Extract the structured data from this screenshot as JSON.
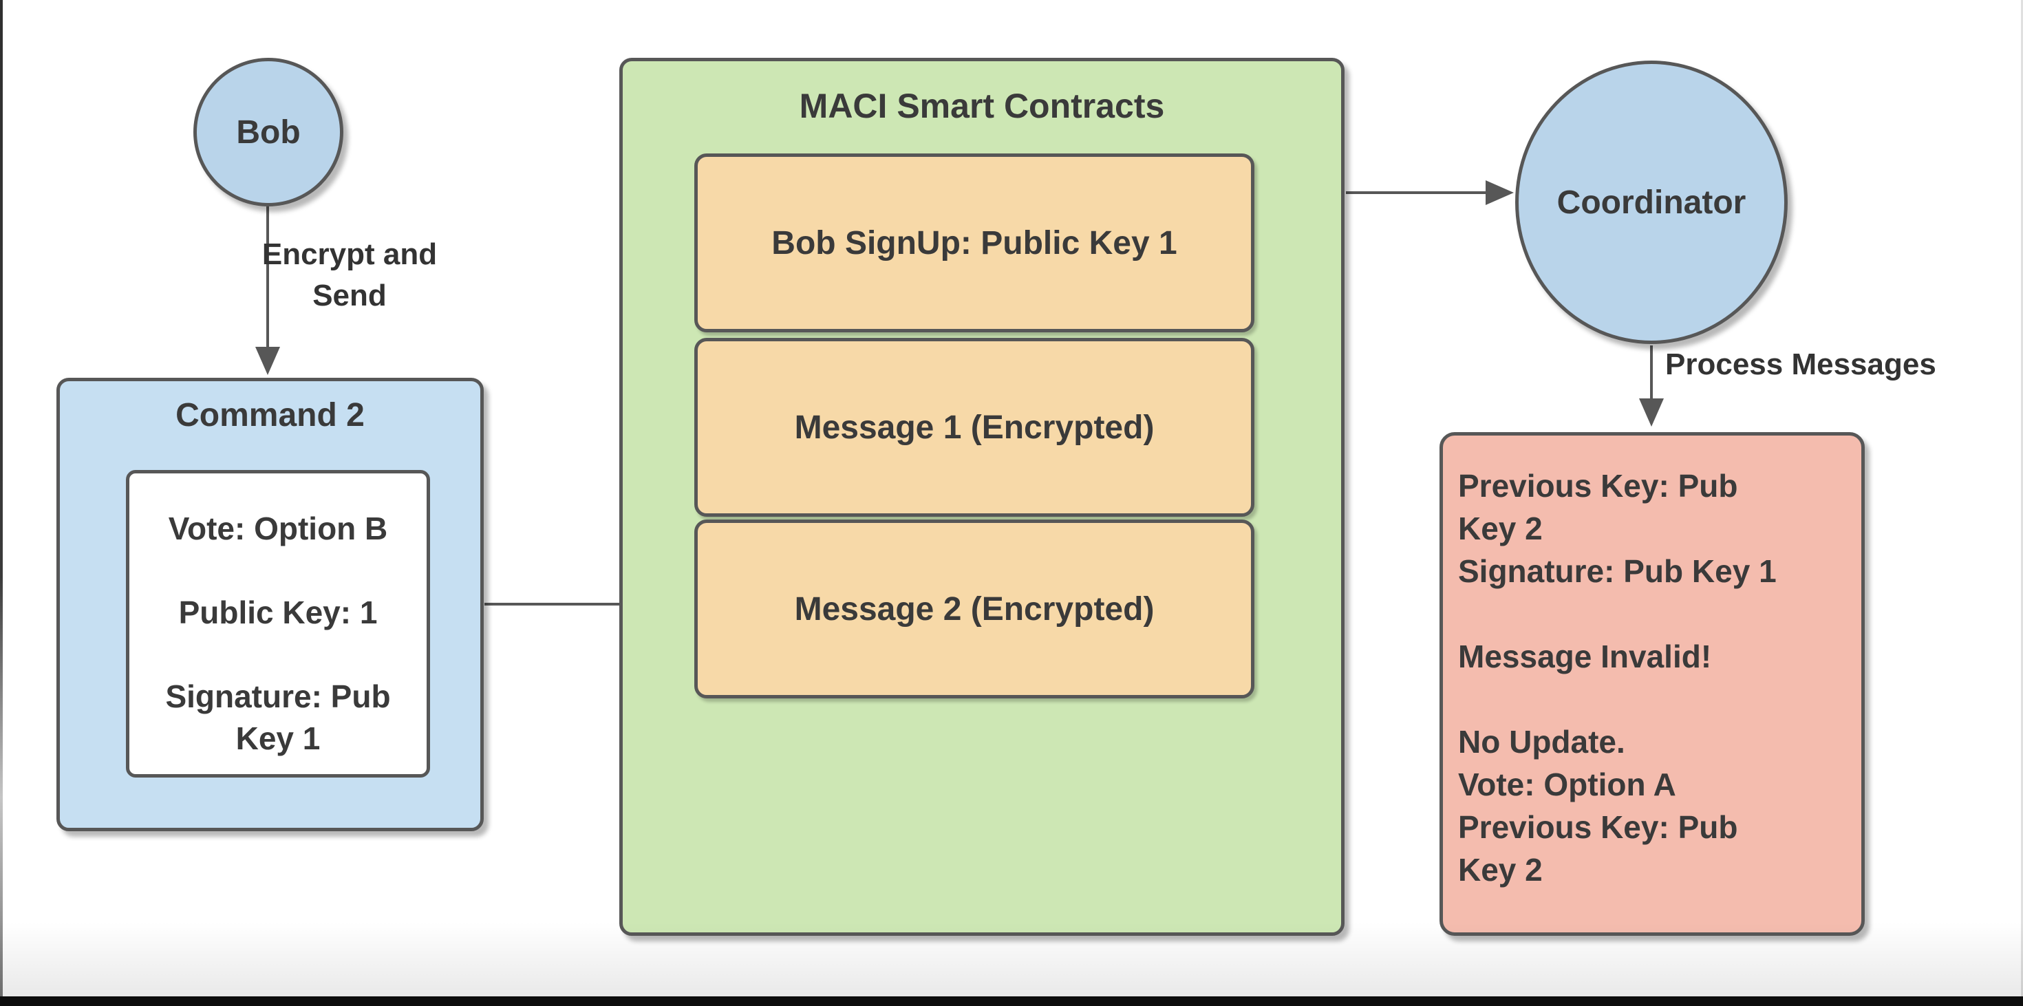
{
  "diagram": {
    "actors": {
      "bob": {
        "label": "Bob"
      },
      "coordinator": {
        "label": "Coordinator"
      }
    },
    "edges": {
      "encrypt_send": {
        "label": "Encrypt and Send"
      },
      "process_messages": {
        "label": "Process Messages"
      }
    },
    "command_box": {
      "title": "Command 2",
      "lines": [
        "Vote: Option B",
        "",
        "Public Key: 1",
        "",
        "Signature: Pub Key 1"
      ]
    },
    "contracts_box": {
      "title": "MACI Smart Contracts",
      "entries": [
        {
          "label": "Bob SignUp: Public Key 1"
        },
        {
          "label": "Message 1 (Encrypted)"
        },
        {
          "label": "Message 2 (Encrypted)"
        }
      ]
    },
    "result_box": {
      "lines": [
        "Previous Key: Pub Key 2",
        "Signature: Pub Key 1",
        "",
        "Message Invalid!",
        "",
        "No Update.",
        "Vote: Option A",
        "Previous Key: Pub Key 2"
      ]
    },
    "colors": {
      "actor_fill": "#b9d4ea",
      "command_fill": "#c6dff2",
      "contracts_fill": "#cde7b4",
      "entry_fill": "#f7d9a8",
      "result_fill": "#f4bcae",
      "border": "#575757",
      "text": "#3a3a3a"
    }
  }
}
